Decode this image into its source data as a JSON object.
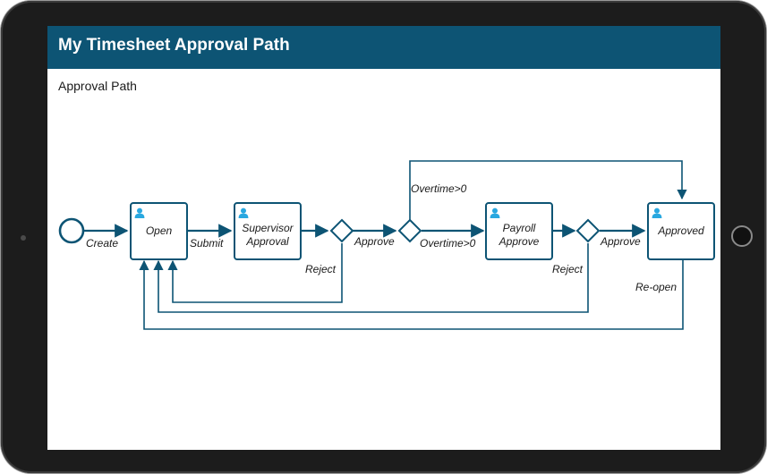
{
  "header": {
    "title": "My Timesheet Approval Path"
  },
  "section": {
    "title": "Approval Path"
  },
  "diagram": {
    "tasks": {
      "open": [
        "Open"
      ],
      "supervisor": [
        "Supervisor",
        "Approval"
      ],
      "payroll": [
        "Payroll",
        "Approve"
      ],
      "approved": [
        "Approved"
      ]
    },
    "labels": {
      "create": "Create",
      "submit": "Submit",
      "reject_1": "Reject",
      "approve_1": "Approve",
      "overtime_top": "Overtime>0",
      "overtime_mid": "Overtime>0",
      "reject_2": "Reject",
      "approve_2": "Approve",
      "reopen": "Re-open"
    },
    "colors": {
      "stroke": "#0d5474",
      "user_icon": "#29a8e0",
      "header_bg": "#0d5474"
    },
    "icons": {
      "task": "user-icon",
      "start": "start-event-icon",
      "gateway": "exclusive-gateway-icon"
    }
  }
}
